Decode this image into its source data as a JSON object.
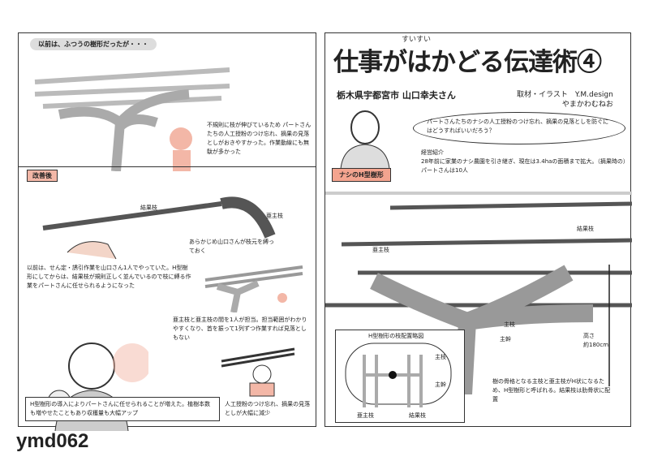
{
  "code": "ymd062",
  "left": {
    "before_label": "以前は、ふつうの樹形だったが・・・",
    "before_text": "不規則に枝が伸びているため パートさんたちの人工授粉のつけ忘れ、摘果の見落としがおきやすかった。作業動線にも無駄が多かった",
    "after_label": "改善後",
    "label_fruit_branch": "結果枝",
    "label_sub_branch": "亜主枝",
    "tie_note": "あらかじめ山口さんが枝元を縛っておく",
    "pruning_text": "以前は、せん定・誘引作業を山口さん1人でやっていた。H型樹形にしてからは、結果枝が規則正しく並んでいるので枝に縛る作業をパートさんに任せられるようになった",
    "assignment_text": "亜主枝と亜主枝の間を1人が担当。担当範囲がわかりやすくなり、首を振って1列ずつ作業すれば見落としもない",
    "result_text": "人工授粉のつけ忘れ、摘果の見落としが大幅に減少",
    "summary_box": "H型樹形の導入によりパートさんに任せられることが増えた。植樹本数も増やせたこともあり収穫量も大幅アップ"
  },
  "right": {
    "title": "仕事がはかどる伝達術④",
    "title_ruby": "すいすい",
    "subtitle": "栃木県宇都宮市 山口幸夫さん",
    "credit_line1": "取材・イラスト　Y.M.design",
    "credit_line2": "やまかわむねお",
    "thought": "パートさんたちのナシの人工授粉のつけ忘れ、摘果の見落としを防ぐにはどうすればいいだろう？",
    "profile_heading": "経営紹介",
    "profile_text": "28年前に家業のナシ農園を引き継ぎ、現在は3.4haの面積まで拡大。（摘果時の）パートさんは10人",
    "tag": "ナシのH型樹形",
    "label_fruit_branch": "結果枝",
    "label_sub_branch": "亜主枝",
    "label_main_branch": "主枝",
    "label_trunk": "主幹",
    "height_label": "高さ",
    "height_value": "約180cm",
    "diagram_title": "H型樹形の枝配置略図",
    "diagram_main_branch": "主枝",
    "diagram_trunk": "主幹",
    "diagram_sub_branch": "亜主枝",
    "diagram_fruit_branch": "結果枝",
    "caption": "樹の骨格となる主枝と亜主枝がH状になるため、H型樹形と呼ばれる。結果枝は肋骨状に配置"
  }
}
